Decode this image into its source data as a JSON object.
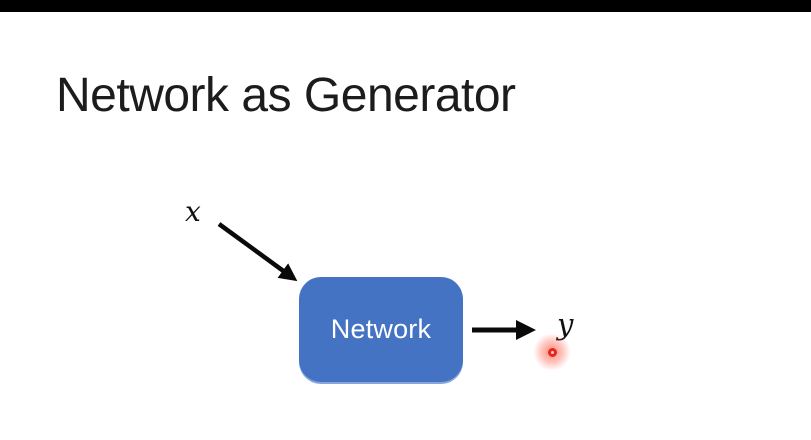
{
  "slide": {
    "title": "Network as Generator",
    "diagram": {
      "input_label": "x",
      "box_label": "Network",
      "output_label": "y"
    }
  },
  "colors": {
    "top_bar": "#000000",
    "title_text": "#1c1c1c",
    "box_fill": "#4573c4",
    "box_text": "#ffffff",
    "arrow": "#0a0a0a",
    "laser": "#e8261a"
  }
}
